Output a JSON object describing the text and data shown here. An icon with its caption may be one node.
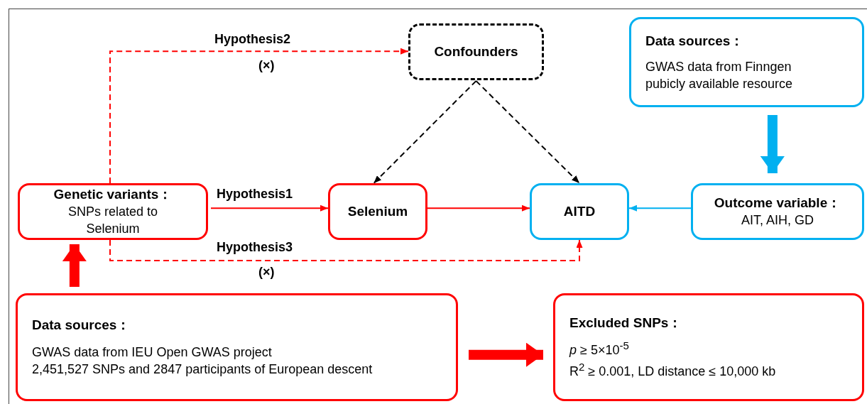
{
  "diagram": {
    "nodes": [
      {
        "text": [
          "Confounders"
        ]
      },
      {
        "text": [
          "Data sources：",
          "GWAS data from Finngen pubicly available resource"
        ]
      },
      {
        "text": [
          "Genetic variants：",
          "SNPs related to Selenium"
        ]
      },
      {
        "text": [
          "Selenium"
        ]
      },
      {
        "text": [
          "AITD"
        ]
      },
      {
        "text": [
          "Outcome variable：",
          "AIT, AIH, GD"
        ]
      },
      {
        "text": [
          "Data sources：",
          "GWAS data from IEU Open GWAS project",
          "2,451,527 SNPs and 2847 participants of European descent"
        ]
      },
      {
        "text": [
          "Excluded SNPs：",
          "*p* ≥ 5×10$^{-5}$",
          "R$^{2}$ ≥ 0.001, LD distance ≤ 10,000 kb"
        ]
      }
    ],
    "edges": [
      {
        "from": 2,
        "to": 0,
        "arrow": "to",
        "label": "Hypothesis2",
        "style": "dashed"
      },
      {
        "from": 2,
        "to": 3,
        "arrow": "to",
        "label": "Hypothesis1"
      },
      {
        "from": 2,
        "to": 4,
        "arrow": "to",
        "label": "Hypothesis3",
        "style": "dashed"
      },
      {
        "from": 0,
        "to": 3,
        "arrow": "to",
        "style": "dashed",
        "color": "#000000"
      },
      {
        "from": 0,
        "to": 4,
        "arrow": "to",
        "style": "dashed",
        "color": "#000000"
      },
      {
        "from": 3,
        "to": 4,
        "arrow": "to"
      },
      {
        "from": 5,
        "to": 4,
        "arrow": "to",
        "color": "#00b0f0"
      },
      {
        "from": 1,
        "to": 5,
        "arrow": "to",
        "style": "thick",
        "color": "#00b0f0"
      },
      {
        "from": 6,
        "to": 2,
        "arrow": "to",
        "style": "thick"
      },
      {
        "from": 6,
        "to": 7,
        "arrow": "to",
        "style": "thick"
      }
    ],
    "labels": [
      "(×)",
      "(×)"
    ]
  }
}
